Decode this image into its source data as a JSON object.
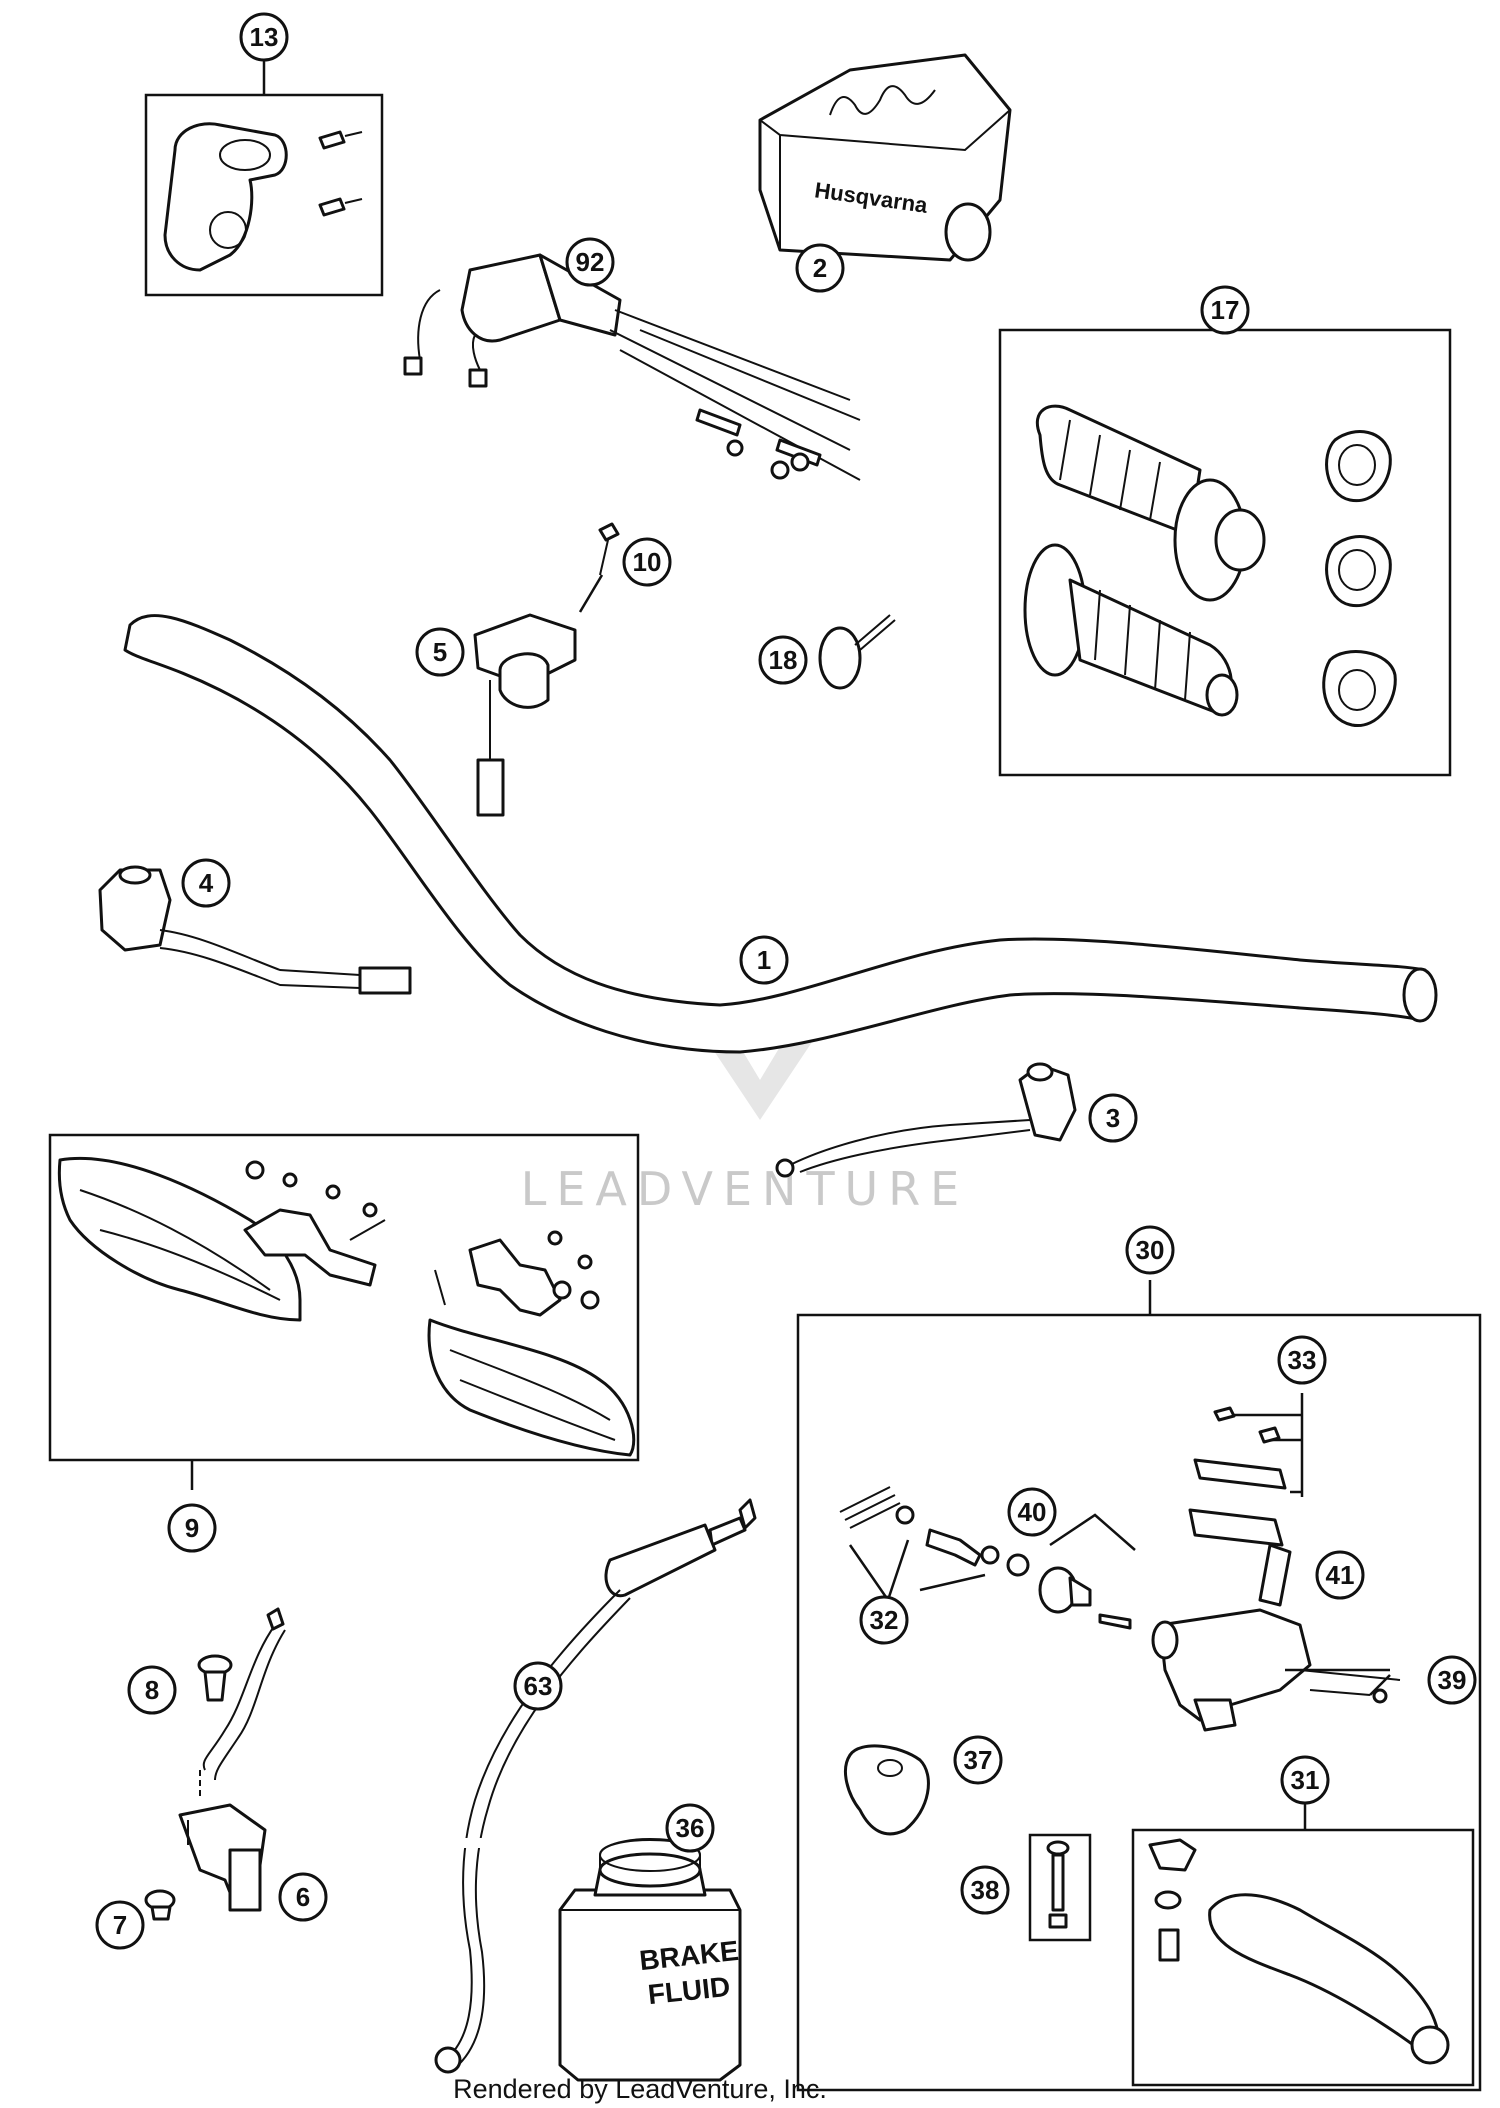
{
  "callouts": {
    "c13": "13",
    "c2": "2",
    "c92": "92",
    "c17": "17",
    "c10": "10",
    "c5": "5",
    "c18": "18",
    "c4": "4",
    "c1": "1",
    "c3": "3",
    "c30": "30",
    "c33": "33",
    "c9": "9",
    "c40": "40",
    "c41": "41",
    "c32": "32",
    "c39": "39",
    "c8": "8",
    "c63": "63",
    "c37": "37",
    "c31": "31",
    "c6": "6",
    "c36": "36",
    "c7": "7",
    "c38": "38"
  },
  "pad_brand": "Husqvarna",
  "can_label_line1": "BRAKE",
  "can_label_line2": "FLUID",
  "watermark": "LEADVENTURE",
  "footer": "Rendered by LeadVenture, Inc."
}
